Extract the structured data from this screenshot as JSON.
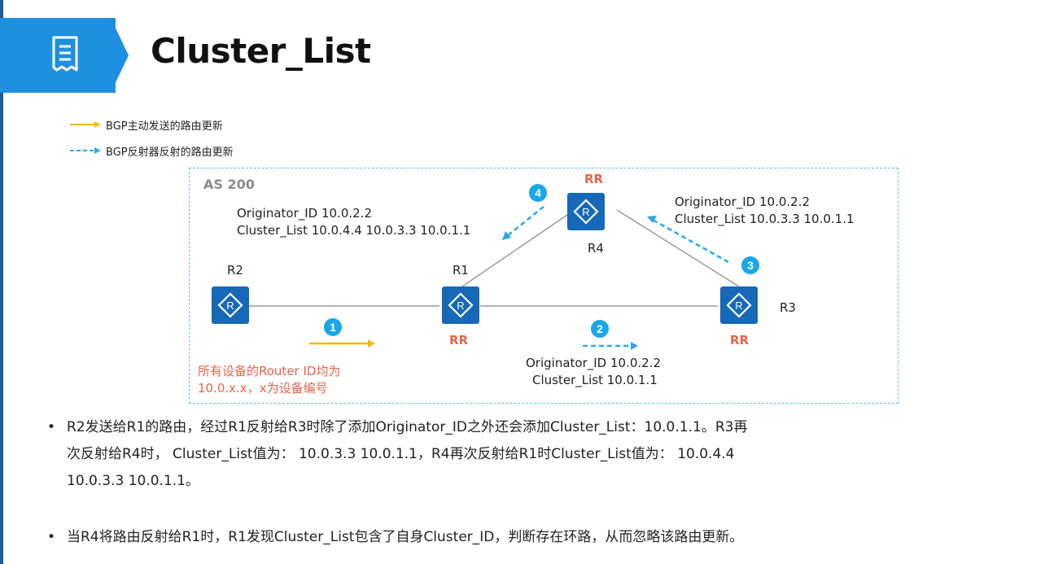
{
  "slide": {
    "title": "Cluster_List",
    "header_icon": "document-list-icon",
    "accent_color": "#1f8fe0"
  },
  "legend": [
    {
      "style": "solid",
      "color": "#f5b800",
      "label": "BGP主动发送的路由更新"
    },
    {
      "style": "dashed",
      "color": "#2ba9e6",
      "label": "BGP反射器反射的路由更新"
    }
  ],
  "diagram": {
    "as_label": "AS 200",
    "rr_label": "RR",
    "router_icon": "router-icon",
    "routers": [
      {
        "name": "R1",
        "is_rr": true
      },
      {
        "name": "R2",
        "is_rr": false
      },
      {
        "name": "R3",
        "is_rr": true
      },
      {
        "name": "R4",
        "is_rr": true
      }
    ],
    "steps": [
      "1",
      "2",
      "3",
      "4"
    ],
    "annotations": {
      "step4_originator": "Originator_ID 10.0.2.2",
      "step4_cluster": "Cluster_List 10.0.4.4 10.0.3.3 10.0.1.1",
      "step3_originator": "Originator_ID 10.0.2.2",
      "step3_cluster": "Cluster_List  10.0.3.3 10.0.1.1",
      "step2_originator": "Originator_ID 10.0.2.2",
      "step2_cluster": "Cluster_List 10.0.1.1"
    },
    "note_line1": "所有设备的Router ID均为",
    "note_line2": "10.0.x.x，x为设备编号",
    "colors": {
      "step_circle": "#1aa6e8",
      "solid_arrow": "#f5b800",
      "dashed_arrow": "#2ba9e6",
      "rr_text": "#e8634a",
      "router_fill": "#1668b8",
      "link": "#9a9a9a"
    }
  },
  "bullets": [
    {
      "symbol": "•",
      "lines": [
        "R2发送给R1的路由，经过R1反射给R3时除了添加Originator_ID之外还会添加Cluster_List：10.0.1.1。R3再",
        "次反射给R4时，  Cluster_List值为： 10.0.3.3  10.0.1.1，R4再次反射给R1时Cluster_List值为： 10.0.4.4",
        "10.0.3.3 10.0.1.1。"
      ]
    },
    {
      "symbol": "•",
      "lines": [
        "当R4将路由反射给R1时，R1发现Cluster_List包含了自身Cluster_ID，判断存在环路，从而忽略该路由更新。"
      ]
    }
  ]
}
